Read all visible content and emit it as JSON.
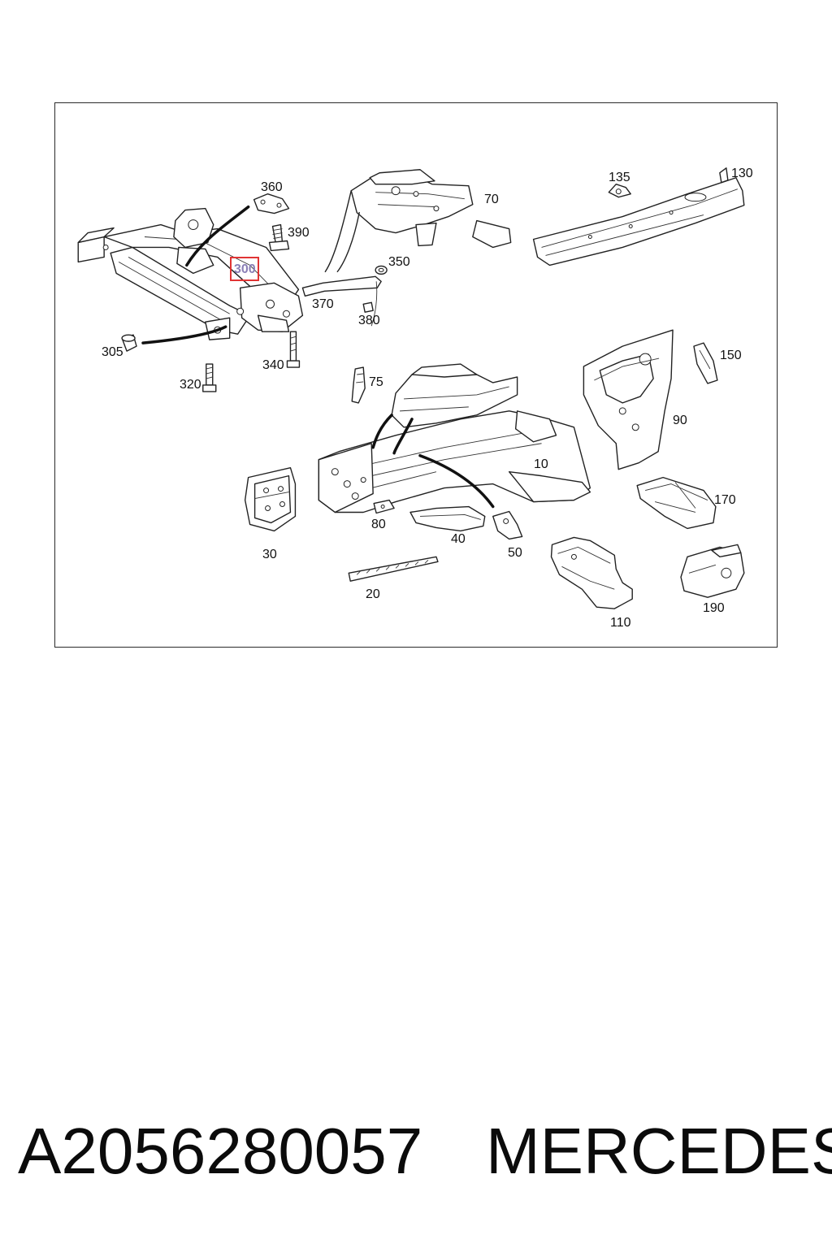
{
  "diagram": {
    "callouts": [
      {
        "id": "360",
        "text": "360"
      },
      {
        "id": "390",
        "text": "390"
      },
      {
        "id": "300",
        "text": "300",
        "highlighted": true
      },
      {
        "id": "305",
        "text": "305"
      },
      {
        "id": "320",
        "text": "320"
      },
      {
        "id": "340",
        "text": "340"
      },
      {
        "id": "370",
        "text": "370"
      },
      {
        "id": "380",
        "text": "380"
      },
      {
        "id": "350",
        "text": "350"
      },
      {
        "id": "70",
        "text": "70"
      },
      {
        "id": "135",
        "text": "135"
      },
      {
        "id": "130",
        "text": "130"
      },
      {
        "id": "150",
        "text": "150"
      },
      {
        "id": "90",
        "text": "90"
      },
      {
        "id": "75",
        "text": "75"
      },
      {
        "id": "10",
        "text": "10"
      },
      {
        "id": "30",
        "text": "30"
      },
      {
        "id": "80",
        "text": "80"
      },
      {
        "id": "40",
        "text": "40"
      },
      {
        "id": "50",
        "text": "50"
      },
      {
        "id": "20",
        "text": "20"
      },
      {
        "id": "110",
        "text": "110"
      },
      {
        "id": "170",
        "text": "170"
      },
      {
        "id": "190",
        "text": "190"
      }
    ],
    "highlight_color": "#e03434",
    "highlight_text_color": "#8a7fb6"
  },
  "footer": {
    "part_number": "A2056280057",
    "brand": "MERCEDES"
  }
}
